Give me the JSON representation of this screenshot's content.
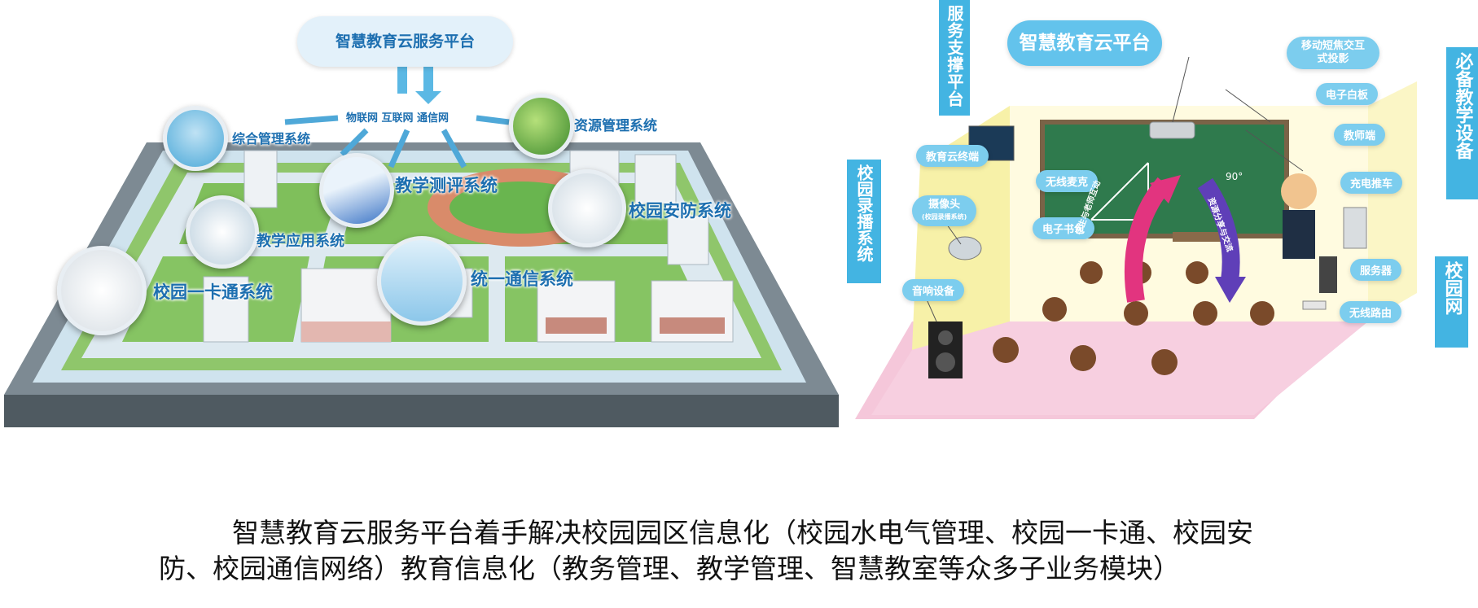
{
  "left": {
    "cloud_title": "智慧教育云服务平台",
    "network_label": "物联网 互联网 通信网",
    "systems": [
      "综合管理系统",
      "资源管理系统",
      "教学测评系统",
      "校园安防系统",
      "教学应用系统",
      "统一通信系统",
      "校园一卡通系统"
    ]
  },
  "right": {
    "cloud_title": "智慧教育云平台",
    "side_panels": {
      "service_support": "服务支撑平台",
      "recording": "校园录播系统",
      "required_equipment": "必备教学设备",
      "campus_network": "校园网"
    },
    "devices": [
      "移动短焦交互式投影",
      "电子白板",
      "教师端",
      "充电推车",
      "服务器",
      "无线路由",
      "教育云终端",
      "无线麦克",
      "摄像头",
      "(校园录播系统)",
      "电子书包",
      "音响设备"
    ],
    "board_angle": "90°",
    "arrow_left_text": "学生与老师互动",
    "arrow_right_text": "资源分享与交流"
  },
  "caption": {
    "line1": "智慧教育云服务平台着手解决校园园区信息化（校园水电气管理、校园一卡通、校园安",
    "line2": "防、校园通信网络）教育信息化（教务管理、教学管理、智慧教室等众多子业务模块）"
  }
}
